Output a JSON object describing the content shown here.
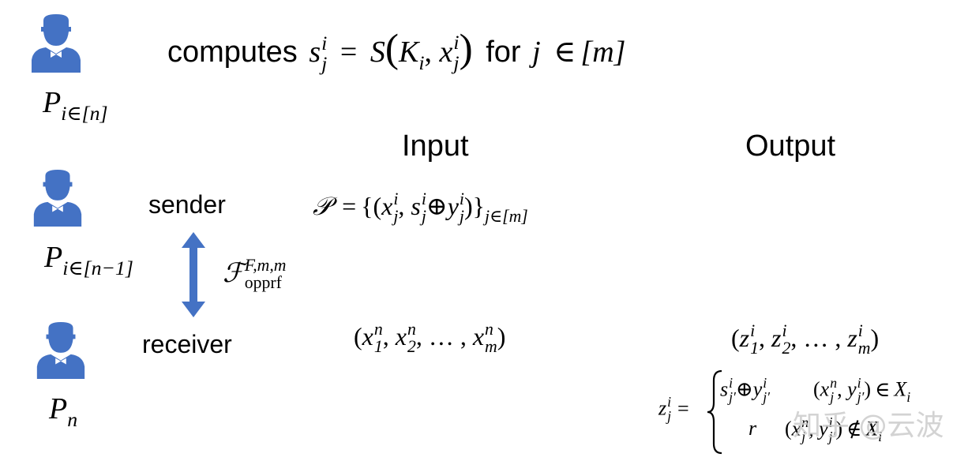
{
  "colors": {
    "person": "#4472C4",
    "arrow": "#4472C4",
    "watermark": "#cccccc",
    "text": "#000000"
  },
  "icons": [
    "person-icon",
    "double-arrow"
  ],
  "parties": {
    "top": {
      "label_main": "P",
      "label_sub": "i∈[n]"
    },
    "middle": {
      "label_main": "P",
      "label_sub": "i∈[n−1]",
      "role": "sender"
    },
    "bottom": {
      "label_main": "P",
      "label_sub": "n",
      "role": "receiver"
    }
  },
  "computation": {
    "prefix": "computes",
    "s": "s",
    "s_sub": "j",
    "s_sup": "i",
    "eq": "=",
    "S": "S",
    "K": "K",
    "K_sub": "i",
    "x": "x",
    "x_sub": "j",
    "x_sup": "i",
    "connector": "for",
    "j": "j",
    "in": "∈",
    "range": "[m]"
  },
  "headers": {
    "input": "Input",
    "output": "Output"
  },
  "functionality": {
    "symbol": "ℱ",
    "sup": "F,m,m",
    "sub": "opprf"
  },
  "sender_input": {
    "P": "𝒫",
    "eq": "=",
    "x": "x",
    "x_sub": "j",
    "x_sup": "i",
    "s": "s",
    "s_sub": "j",
    "s_sup": "i",
    "xor": "⊕",
    "y": "y",
    "y_sub": "j",
    "y_sup": "i",
    "set_sub": "j∈[m]"
  },
  "receiver_input": {
    "x1": "x",
    "x1_sub": "1",
    "x1_sup": "n",
    "x2": "x",
    "x2_sub": "2",
    "x2_sup": "n",
    "dots": "…",
    "xm": "x",
    "xm_sub": "m",
    "xm_sup": "n"
  },
  "receiver_output": {
    "z1": "z",
    "z1_sub": "1",
    "z1_sup": "i",
    "z2": "z",
    "z2_sub": "2",
    "z2_sup": "i",
    "dots": "…",
    "zm": "z",
    "zm_sub": "m",
    "zm_sup": "i"
  },
  "piecewise": {
    "z": "z",
    "z_sub": "j",
    "z_sup": "i",
    "eq": "=",
    "case1_value": {
      "s": "s",
      "s_sub": "j′",
      "s_sup": "i",
      "xor": "⊕",
      "y": "y",
      "y_sub": "j′",
      "y_sup": "i"
    },
    "case1_cond": {
      "x": "x",
      "x_sub": "j",
      "x_sup": "n",
      "y": "y",
      "y_sub": "j′",
      "y_sup": "i",
      "rel": "∈",
      "X": "X",
      "X_sub": "i"
    },
    "case2_value": "r",
    "case2_cond": {
      "x": "x",
      "x_sub": "j",
      "x_sup": "n",
      "y": "y",
      "y_sub": "j′",
      "y_sup": "i",
      "rel": "∉",
      "X": "X",
      "X_sub": "i"
    }
  },
  "watermark": "知乎 @云波"
}
